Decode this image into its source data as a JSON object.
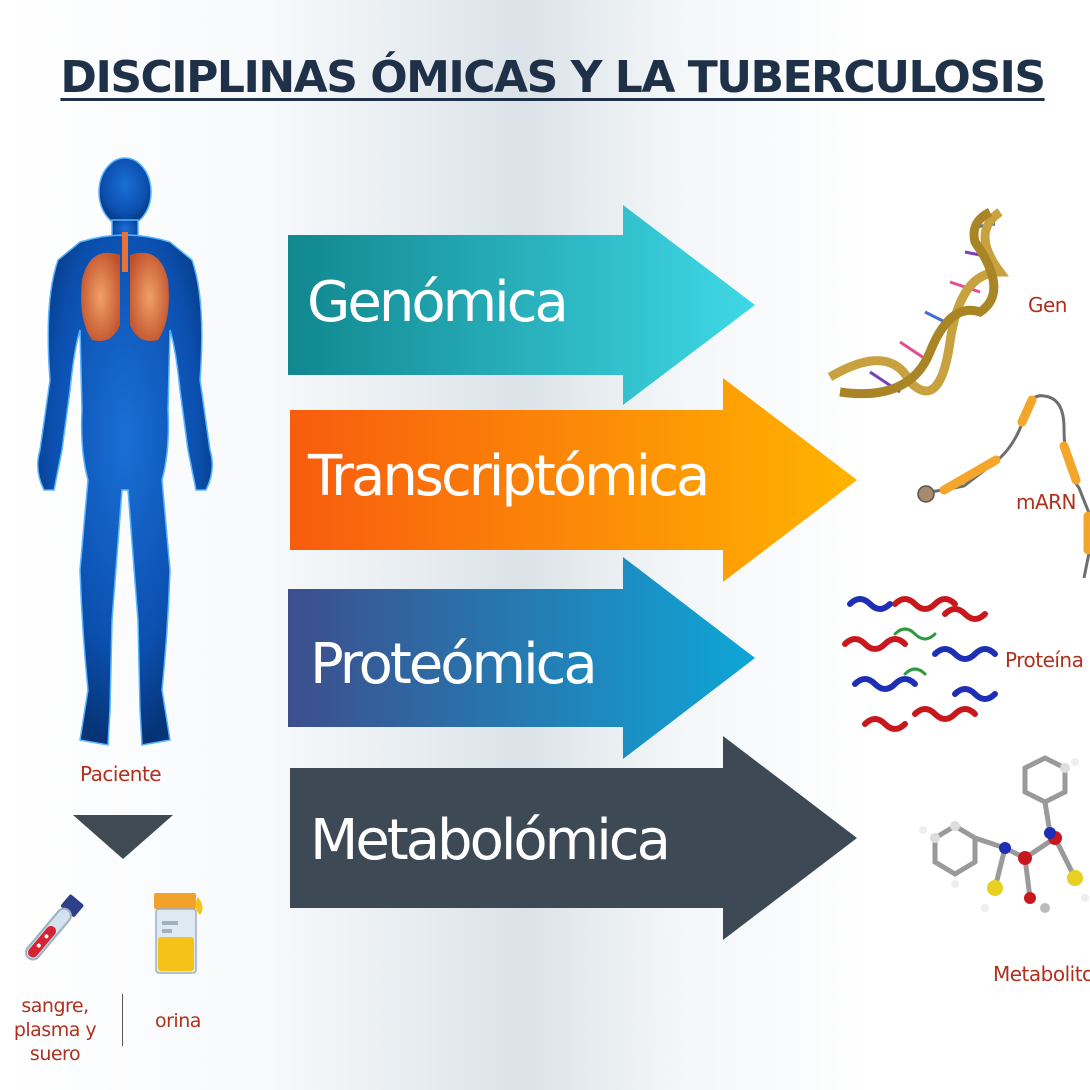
{
  "title": "DISCIPLINAS ÓMICAS Y LA TUBERCULOSIS",
  "arrows": [
    {
      "label": "Genómica",
      "color_start": "#11878f",
      "color_end": "#3fd8e6"
    },
    {
      "label": "Transcriptómica",
      "color_start": "#f85c0f",
      "color_end": "#ffb400"
    },
    {
      "label": "Proteómica",
      "color_start": "#3d4e8d",
      "color_end": "#0ea6d6"
    },
    {
      "label": "Metabolómica",
      "color_start": "#3d4a55",
      "color_end": "#3d4a55"
    }
  ],
  "molecules": {
    "gene": "Gen",
    "mrna": "mARN",
    "protein": "Proteína",
    "metabolite": "Metabolito"
  },
  "patient": {
    "label": "Paciente",
    "samples": {
      "blood": "sangre,\nplasma y\nsuero",
      "urine": "orina"
    }
  }
}
